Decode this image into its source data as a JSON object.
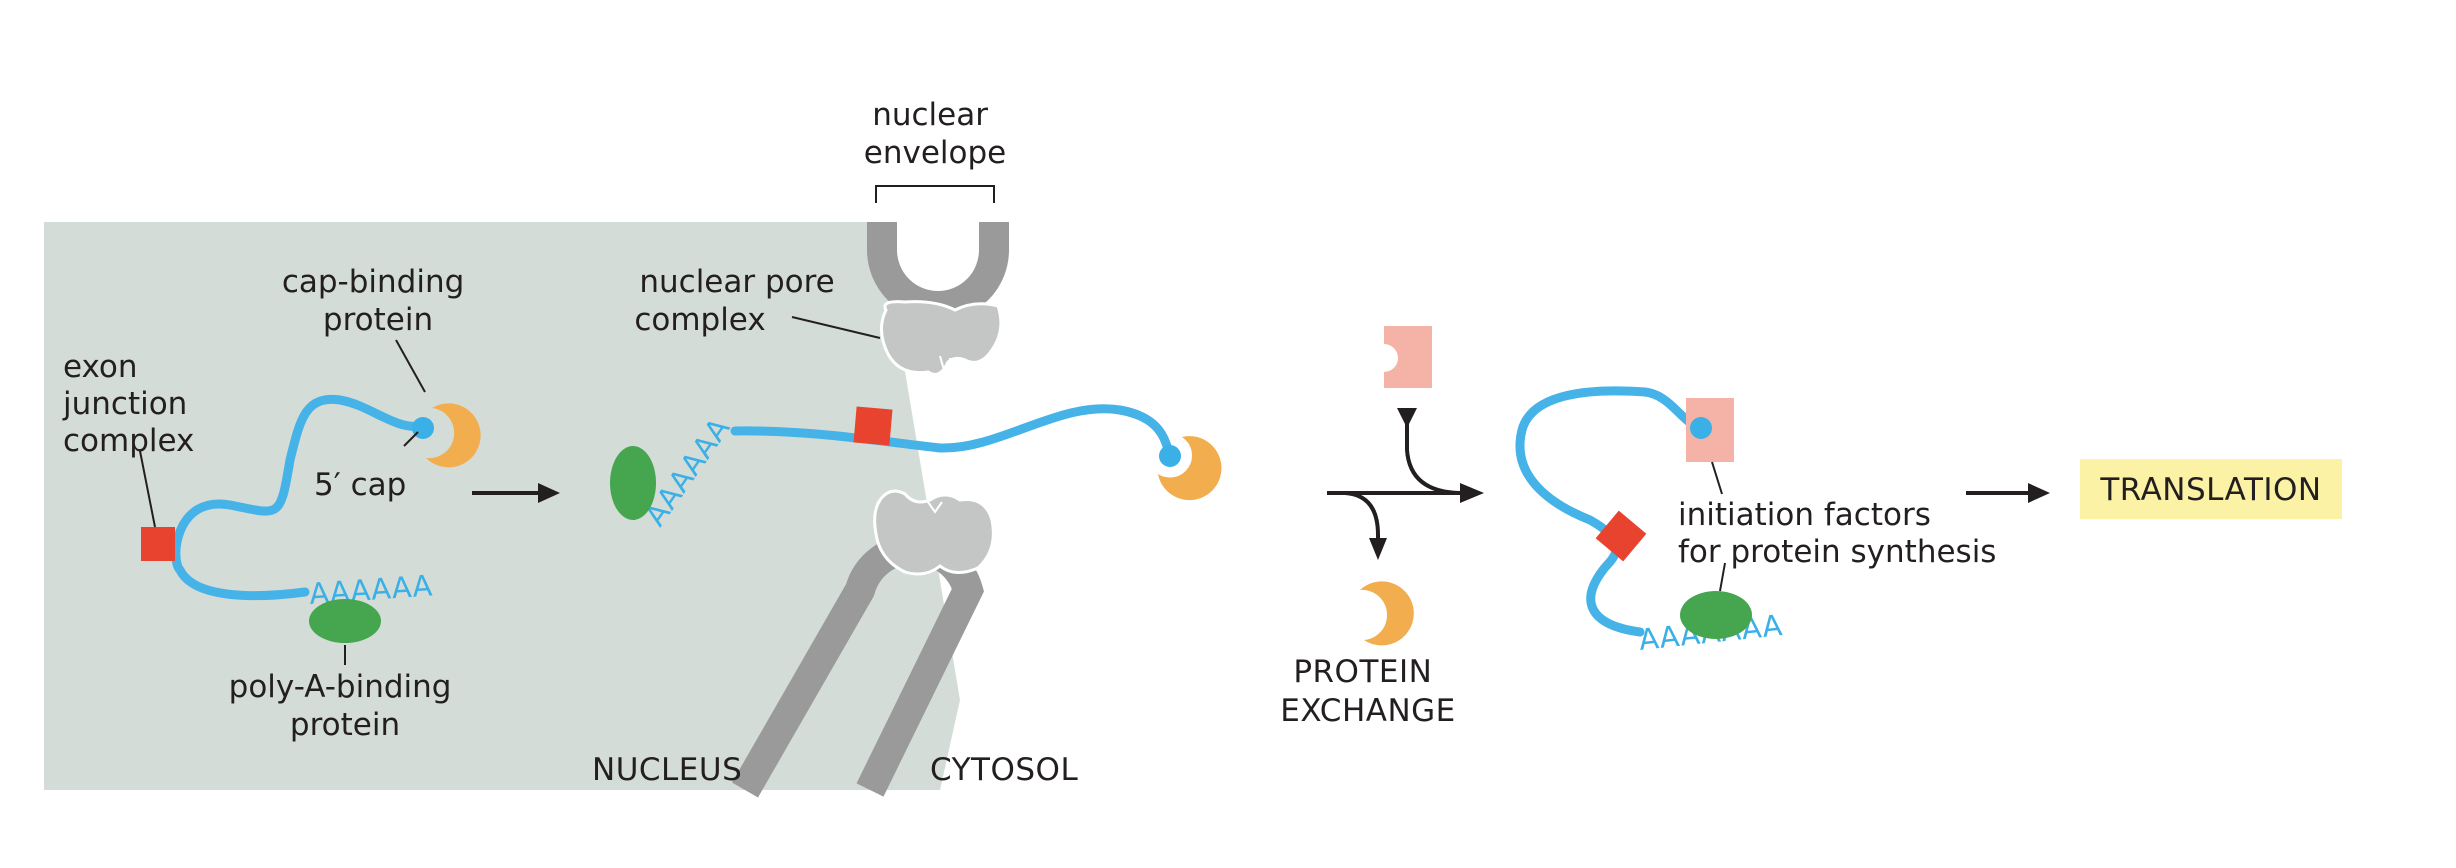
{
  "labels": {
    "nuclear_envelope": [
      "nuclear",
      "envelope"
    ],
    "cap_binding_protein": [
      "cap-binding",
      "protein"
    ],
    "nuclear_pore_complex": [
      "nuclear pore",
      "complex"
    ],
    "exon_junction_complex": [
      "exon",
      "junction",
      "complex"
    ],
    "five_prime_cap": "5′ cap",
    "poly_a_binding_protein": [
      "poly-A-binding",
      "protein"
    ],
    "nucleus": "NUCLEUS",
    "cytosol": "CYTOSOL",
    "protein_exchange": [
      "PROTEIN",
      "EXCHANGE"
    ],
    "initiation_factors": [
      "initiation factors",
      "for protein synthesis"
    ],
    "translation": "TRANSLATION"
  },
  "poly_a_tails": {
    "step1": "AAAAAA",
    "step2": "AAAAAA",
    "step3": "AAAAAAA"
  },
  "colors": {
    "nucleus_bg": "#d4dcd8",
    "mrna": "#45b3e7",
    "cap_binding_protein": "#f2ad4e",
    "poly_a_binding_protein": "#46a64f",
    "exon_junction_complex": "#e8432f",
    "initiation_factor": "#f4b3a6",
    "translation_box": "#fbf2a6",
    "membrane": "#9a9a9a",
    "pore": "#c4c6c5"
  }
}
